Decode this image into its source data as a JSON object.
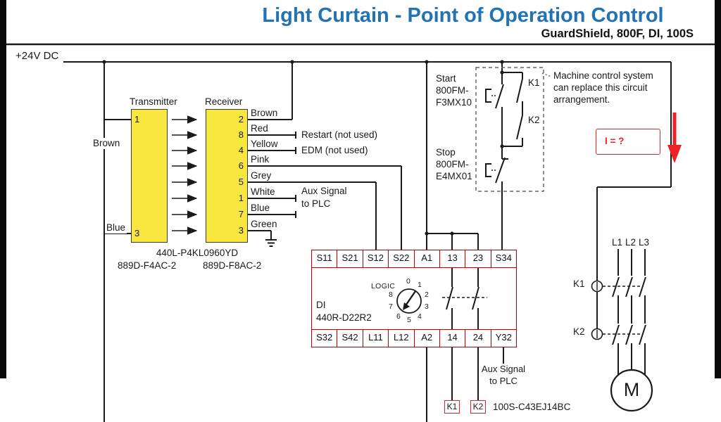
{
  "title": {
    "main": "Light Curtain - Point of Operation Control",
    "subtitle": "GuardShield, 800F, DI, 100S"
  },
  "rail_label": "+24V DC",
  "light_curtain": {
    "transmitter_label": "Transmitter",
    "receiver_label": "Receiver",
    "tx_pins": [
      "1",
      "3"
    ],
    "tx_wire_labels": [
      "Brown",
      "Blue"
    ],
    "rx_pins": [
      "2",
      "8",
      "4",
      "6",
      "5",
      "1",
      "7",
      "3"
    ],
    "rx_wire_labels": [
      "Brown",
      "Red",
      "Yellow",
      "Pink",
      "Grey",
      "White",
      "Blue",
      "Green"
    ],
    "model": "440L-P4KL0960YD",
    "tx_cable": "889D-F4AC-2",
    "rx_cable": "889D-F8AC-2"
  },
  "signals": {
    "restart": "Restart (not used)",
    "edm": "EDM (not used)",
    "aux_line1": "Aux Signal",
    "aux_line2": "to PLC"
  },
  "start_stop": {
    "start_lines": [
      "Start",
      "800FM-",
      "F3MX10"
    ],
    "stop_lines": [
      "Stop",
      "800FM-",
      "E4MX01"
    ],
    "k1_label": "K1",
    "k2_label": "K2"
  },
  "machine_note_lines": [
    "Machine control system",
    "can replace this circuit",
    "arrangement."
  ],
  "current_annotation": "I = ?",
  "safety_relay": {
    "top_terminals": [
      "S11",
      "S21",
      "S12",
      "S22",
      "A1",
      "13",
      "23",
      "S34"
    ],
    "bottom_terminals": [
      "S32",
      "S42",
      "L11",
      "L12",
      "A2",
      "14",
      "24",
      "Y32"
    ],
    "logic_label": "LOGIC",
    "dial_numbers": [
      "0",
      "1",
      "2",
      "3",
      "4",
      "5",
      "6",
      "7",
      "8"
    ],
    "model_line1": "DI",
    "model_line2": "440R-D22R2"
  },
  "output_circuit": {
    "aux_line1": "Aux Signal",
    "aux_line2": "to PLC",
    "k1_label": "K1",
    "k2_label": "K2",
    "contactor_model": "100S-C43EJ14BC"
  },
  "power_circuit": {
    "phase_labels": [
      "L1",
      "L2",
      "L3"
    ],
    "k1_label": "K1",
    "k2_label": "K2",
    "motor_label": "M"
  },
  "colors": {
    "title_blue": "#2173B4",
    "relay_red": "#C00000",
    "annotation_red": "#EC2227",
    "device_yellow": "#F7E73F"
  }
}
